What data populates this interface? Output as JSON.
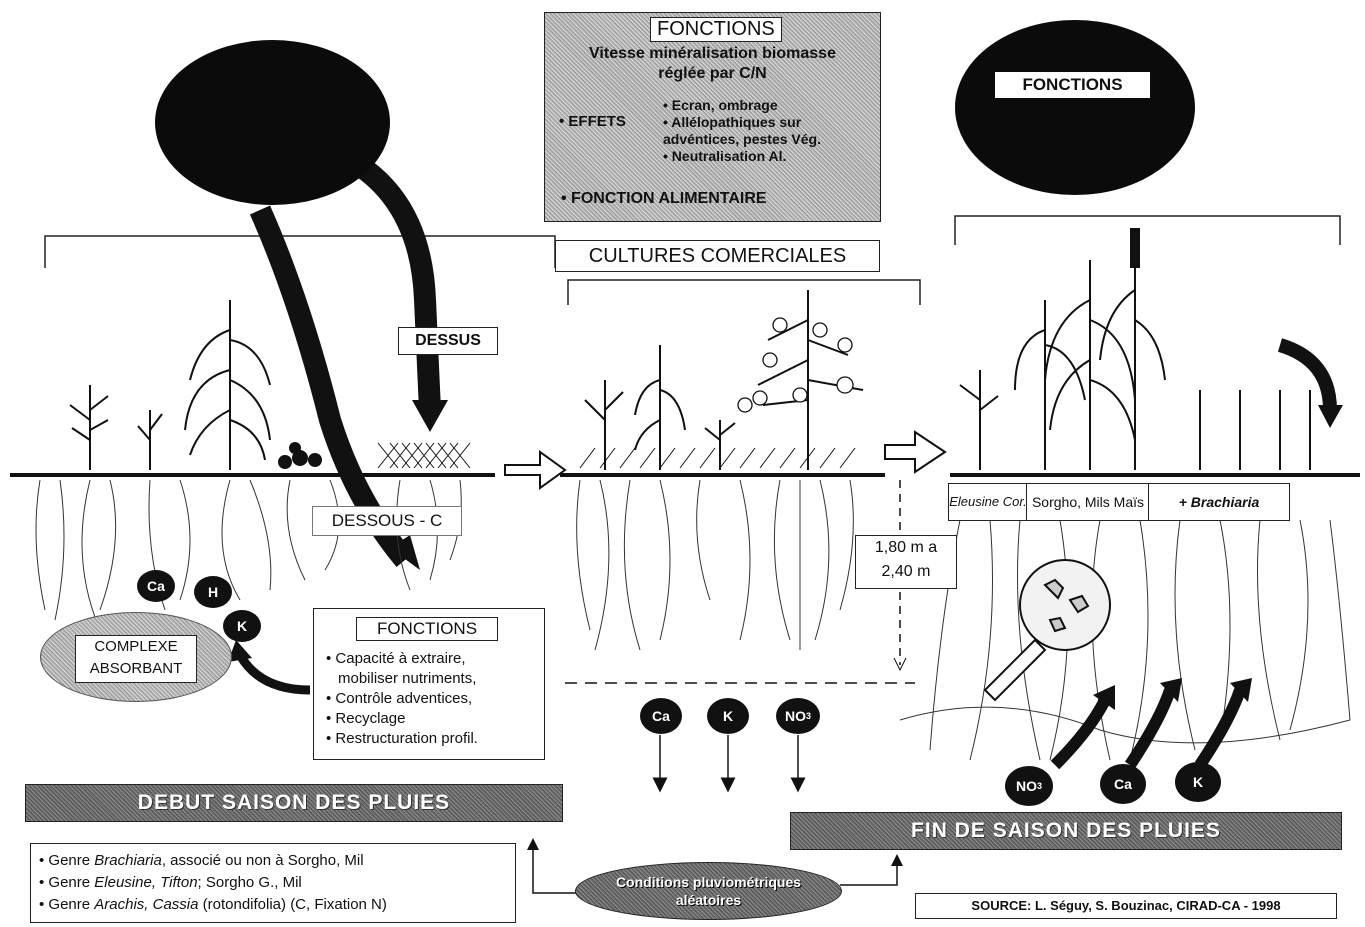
{
  "top_center": {
    "title": "FONCTIONS",
    "line1": "Vitesse minéralisation biomasse",
    "line2": "réglée par C/N",
    "effets_label": "• EFFETS",
    "effets": [
      "• Ecran, ombrage",
      "• Allélopathiques sur",
      "advéntices, pestes Vég.",
      "• Neutralisation Al."
    ],
    "fonction_alimentaire": "• FONCTION ALIMENTAIRE"
  },
  "right_circle": {
    "title": "FONCTIONS"
  },
  "labels": {
    "dessus": "DESSUS",
    "dessous": "DESSOUS - C",
    "cultures": "CULTURES COMERCIALES",
    "depth_line1": "1,80 m a",
    "depth_line2": "2,40 m",
    "complexe_line1": "COMPLEXE",
    "complexe_line2": "ABSORBANT"
  },
  "species_row": {
    "eleusine": "Eleusine Cor.",
    "sorgho": "Sorgho, Mils Maïs",
    "brachiaria": "+ Brachiaria"
  },
  "fonctions_box": {
    "title": "FONCTIONS",
    "items": [
      "• Capacité à extraire,",
      "mobiliser nutriments,",
      "• Contrôle adventices,",
      "• Recyclage",
      "• Restructuration profil."
    ]
  },
  "ions": {
    "left": [
      "Ca",
      "H",
      "K"
    ],
    "middle": [
      "Ca",
      "K",
      "NO3"
    ],
    "right": [
      "NO3",
      "Ca",
      "K"
    ]
  },
  "banners": {
    "debut": "DEBUT SAISON DES PLUIES",
    "fin": "FIN DE SAISON DES PLUIES"
  },
  "genres": [
    {
      "pre": "• Genre ",
      "ital": "Brachiaria",
      "post": ", associé ou non à Sorgho, Mil"
    },
    {
      "pre": "• Genre ",
      "ital": "Eleusine, Tifton",
      "post": "; Sorgho G., Mil"
    },
    {
      "pre": "• Genre ",
      "ital": "Arachis, Cassia",
      "post": " (rotondifolia) (C, Fixation N)"
    }
  ],
  "conditions": {
    "line1": "Conditions pluviométriques",
    "line2": "aléatoires"
  },
  "source": "SOURCE: L. Séguy, S. Bouzinac, CIRAD-CA - 1998",
  "colors": {
    "ink": "#111111",
    "paper": "#ffffff",
    "grain": "#9a9a9a"
  }
}
